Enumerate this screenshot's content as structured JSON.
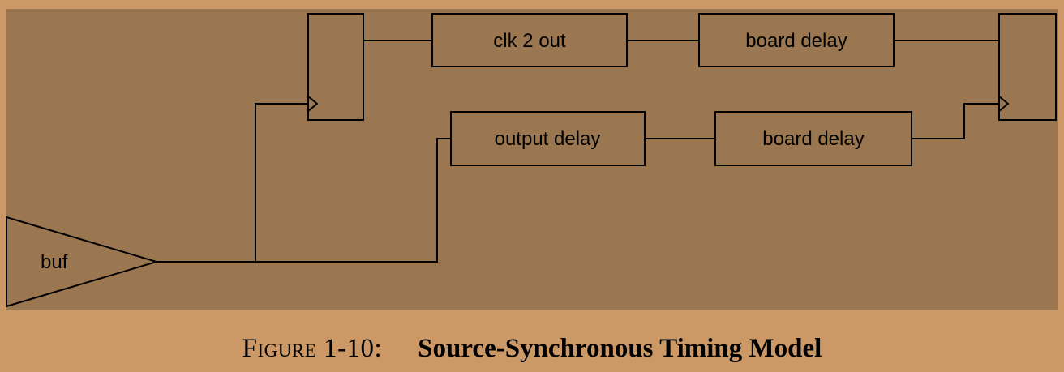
{
  "blocks": {
    "buffer": "buf",
    "clk_to_out": "clk 2 out",
    "board_delay_clock": "board delay",
    "output_delay": "output delay",
    "board_delay_data": "board delay"
  },
  "caption": {
    "number": "Figure 1-10:",
    "title": "Source-Synchronous Timing Model"
  },
  "colors": {
    "page_background": "#cc9966",
    "diagram_background": "#9a7750",
    "stroke": "#000000"
  }
}
